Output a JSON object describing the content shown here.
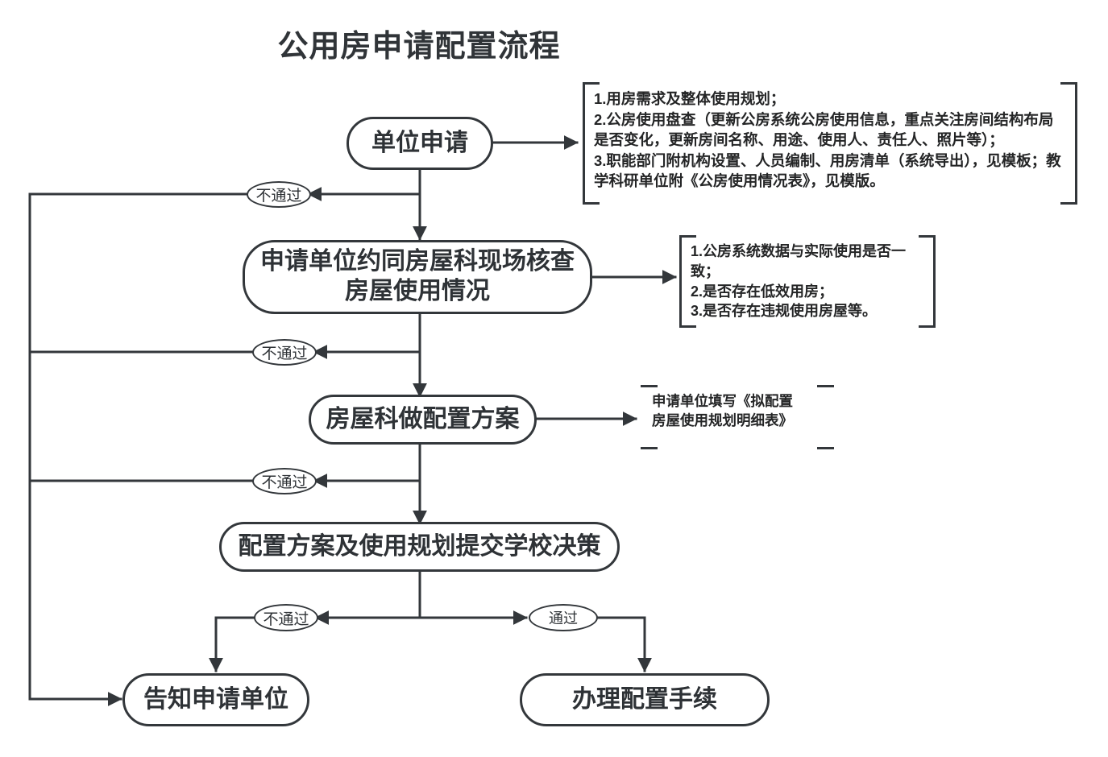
{
  "title": "公用房申请配置流程",
  "diagram": {
    "type": "flowchart",
    "orientation": "top-to-bottom",
    "nodes": [
      {
        "id": "apply",
        "label": "单位申请",
        "shape": "stadium"
      },
      {
        "id": "inspect",
        "label": "申请单位约同房屋科现场核查\n房屋使用情况",
        "shape": "stadium"
      },
      {
        "id": "plan",
        "label": "房屋科做配置方案",
        "shape": "stadium"
      },
      {
        "id": "submit",
        "label": "配置方案及使用规划提交学校决策",
        "shape": "stadium"
      },
      {
        "id": "notify",
        "label": "告知申请单位",
        "shape": "stadium"
      },
      {
        "id": "handle",
        "label": "办理配置手续",
        "shape": "stadium"
      }
    ],
    "decisions": [
      {
        "id": "fail1",
        "label": "不通过"
      },
      {
        "id": "fail2",
        "label": "不通过"
      },
      {
        "id": "fail3",
        "label": "不通过"
      },
      {
        "id": "fail4",
        "label": "不通过"
      },
      {
        "id": "pass1",
        "label": "通过"
      }
    ],
    "notes": [
      {
        "id": "note1",
        "attached_to": "apply",
        "text": "1.用房需求及整体使用规划；\n2.公房使用盘查（更新公房系统公房使用信息，重点关注房间结构布局是否变化，更新房间名称、用途、使用人、责任人、照片等）；\n3.职能部门附机构设置、人员编制、用房清单（系统导出），见模板；教学科研单位附《公房使用情况表》，见模版。"
      },
      {
        "id": "note2",
        "attached_to": "inspect",
        "text": "1.公房系统数据与实际使用是否一致；\n2.是否存在低效用房；\n3.是否存在违规使用房屋等。"
      },
      {
        "id": "note3",
        "attached_to": "plan",
        "text": "申请单位填写《拟配置\n房屋使用规划明细表》"
      }
    ]
  },
  "colors": {
    "stroke": "#33373b",
    "text": "#2e3236",
    "title": "#303438",
    "background": "#ffffff"
  }
}
